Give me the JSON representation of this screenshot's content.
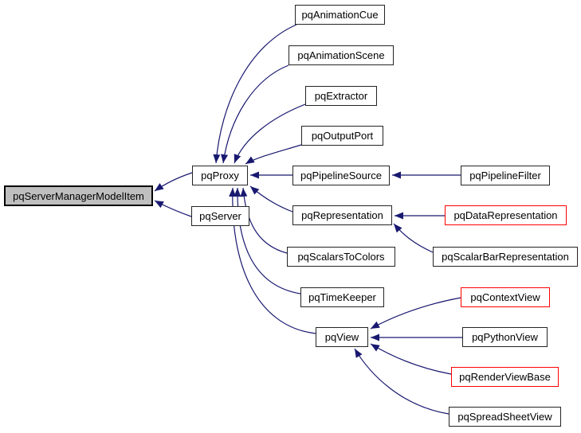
{
  "diagram": {
    "kind": "class-inheritance-graph",
    "colors": {
      "background": "#ffffff",
      "edge": "#191970",
      "node_border": "#242424",
      "node_fill": "#ffffff",
      "selected_node_fill": "#bfbfbf",
      "highlight_border": "#ff0000",
      "text": "#000000"
    },
    "nodes": {
      "serverManagerModelItem": {
        "label": "pqServerManagerModelItem",
        "variant": "selected"
      },
      "proxy": {
        "label": "pqProxy",
        "variant": "normal"
      },
      "server": {
        "label": "pqServer",
        "variant": "normal"
      },
      "animationCue": {
        "label": "pqAnimationCue",
        "variant": "normal"
      },
      "animationScene": {
        "label": "pqAnimationScene",
        "variant": "normal"
      },
      "extractor": {
        "label": "pqExtractor",
        "variant": "normal"
      },
      "outputPort": {
        "label": "pqOutputPort",
        "variant": "normal"
      },
      "pipelineSource": {
        "label": "pqPipelineSource",
        "variant": "normal"
      },
      "pipelineFilter": {
        "label": "pqPipelineFilter",
        "variant": "normal"
      },
      "representation": {
        "label": "pqRepresentation",
        "variant": "normal"
      },
      "dataRepresentation": {
        "label": "pqDataRepresentation",
        "variant": "red-outline"
      },
      "scalarBarRepresentation": {
        "label": "pqScalarBarRepresentation",
        "variant": "normal"
      },
      "scalarsToColors": {
        "label": "pqScalarsToColors",
        "variant": "normal"
      },
      "timeKeeper": {
        "label": "pqTimeKeeper",
        "variant": "normal"
      },
      "view": {
        "label": "pqView",
        "variant": "normal"
      },
      "contextView": {
        "label": "pqContextView",
        "variant": "red-outline"
      },
      "pythonView": {
        "label": "pqPythonView",
        "variant": "normal"
      },
      "renderViewBase": {
        "label": "pqRenderViewBase",
        "variant": "red-outline"
      },
      "spreadSheetView": {
        "label": "pqSpreadSheetView",
        "variant": "normal"
      }
    },
    "edges": [
      {
        "from": "pqProxy",
        "to": "pqServerManagerModelItem"
      },
      {
        "from": "pqServer",
        "to": "pqServerManagerModelItem"
      },
      {
        "from": "pqAnimationCue",
        "to": "pqProxy"
      },
      {
        "from": "pqAnimationScene",
        "to": "pqProxy"
      },
      {
        "from": "pqExtractor",
        "to": "pqProxy"
      },
      {
        "from": "pqOutputPort",
        "to": "pqProxy"
      },
      {
        "from": "pqPipelineSource",
        "to": "pqProxy"
      },
      {
        "from": "pqPipelineFilter",
        "to": "pqPipelineSource"
      },
      {
        "from": "pqRepresentation",
        "to": "pqProxy"
      },
      {
        "from": "pqDataRepresentation",
        "to": "pqRepresentation"
      },
      {
        "from": "pqScalarBarRepresentation",
        "to": "pqRepresentation"
      },
      {
        "from": "pqScalarsToColors",
        "to": "pqProxy"
      },
      {
        "from": "pqTimeKeeper",
        "to": "pqProxy"
      },
      {
        "from": "pqView",
        "to": "pqProxy"
      },
      {
        "from": "pqContextView",
        "to": "pqView"
      },
      {
        "from": "pqPythonView",
        "to": "pqView"
      },
      {
        "from": "pqRenderViewBase",
        "to": "pqView"
      },
      {
        "from": "pqSpreadSheetView",
        "to": "pqView"
      }
    ]
  }
}
